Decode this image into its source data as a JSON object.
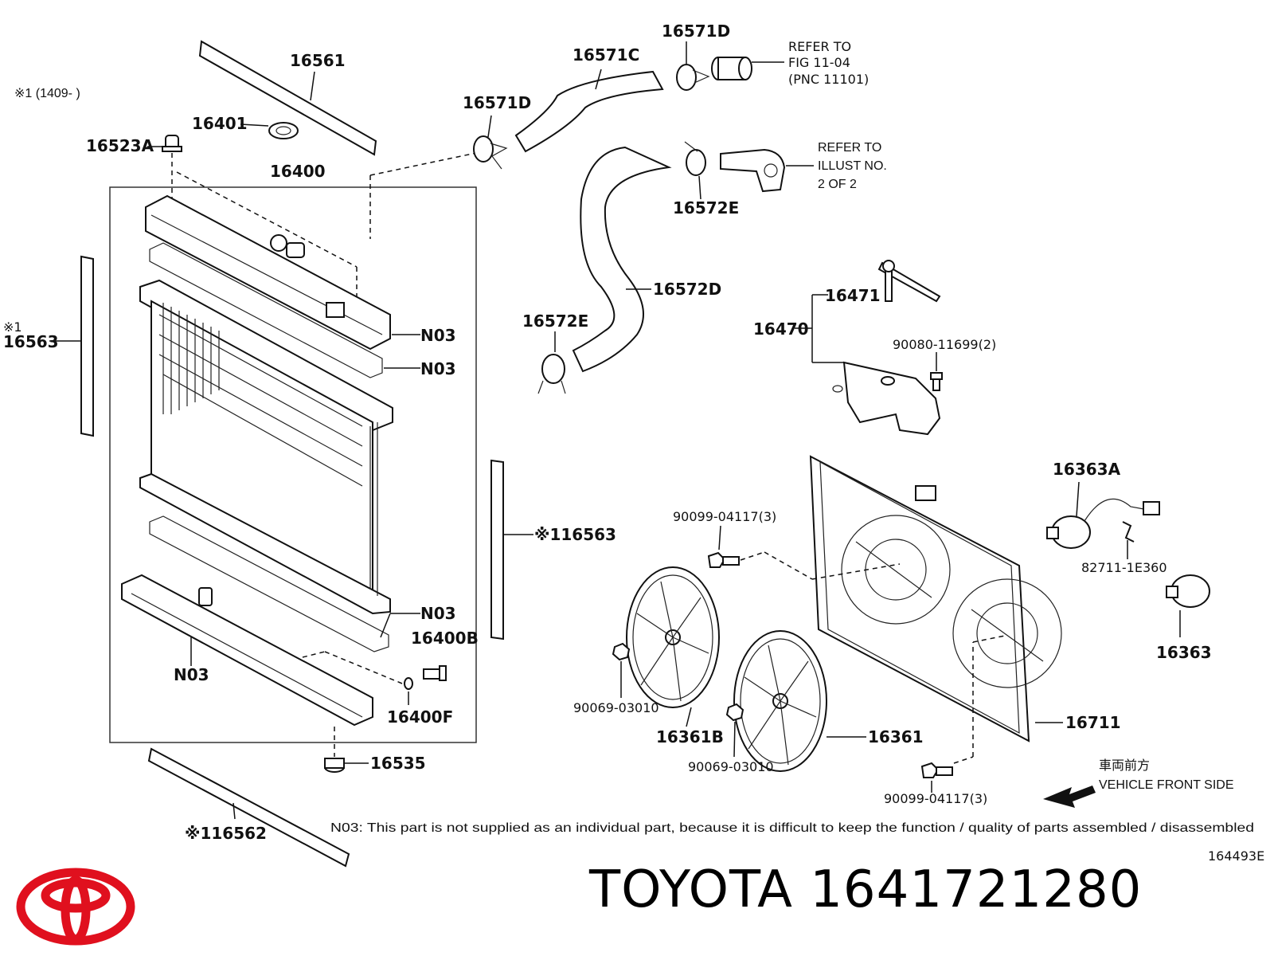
{
  "labels": {
    "p16561": "16561",
    "p16401": "16401",
    "p16523A": "16523A",
    "p16400": "16400",
    "p16571C": "16571C",
    "p16571D_top": "16571D",
    "p16571D_left": "16571D",
    "refer_fig": [
      "REFER TO",
      "FIG 11-04",
      "(PNC 11101)"
    ],
    "refer_illust": [
      "REFER TO",
      "ILLUST NO.",
      "2 OF 2"
    ],
    "p16572E_top": "16572E",
    "p16572D": "16572D",
    "p16572E_left": "16572E",
    "p16471": "16471",
    "p16470": "16470",
    "p90080": "90080-11699(2)",
    "p16363A": "16363A",
    "p82711": "82711-1E360",
    "p16363": "16363",
    "p90099_top": "90099-04117(3)",
    "p90099_bottom": "90099-04117(3)",
    "p90069_left": "90069-03010",
    "p90069_mid": "90069-03010",
    "p16361B": "16361B",
    "p16361": "16361",
    "p16711": "16711",
    "n03_1": "N03",
    "n03_2": "N03",
    "n03_3": "N03",
    "n03_4": "N03",
    "p16400B": "16400B",
    "p16400F": "16400F",
    "p16535": "16535",
    "p16563_left_mark": "※1",
    "p16563_left": "16563",
    "p16563_right": "※116563",
    "p16562": "※116562",
    "footnote_mark": "※1 (1409-      )",
    "vehicle_front_jp": "車両前方",
    "vehicle_front_en": "VEHICLE FRONT SIDE",
    "n03_note": "N03: This part is not supplied as an individual part, because it is difficult to keep the function / quality of parts assembled / disassembled",
    "illustration_code": "164493E"
  },
  "footer": {
    "brand": "TOYOTA",
    "part_number": "1641721280",
    "logo": "toyota-logo",
    "logo_color": "#e0101e"
  }
}
